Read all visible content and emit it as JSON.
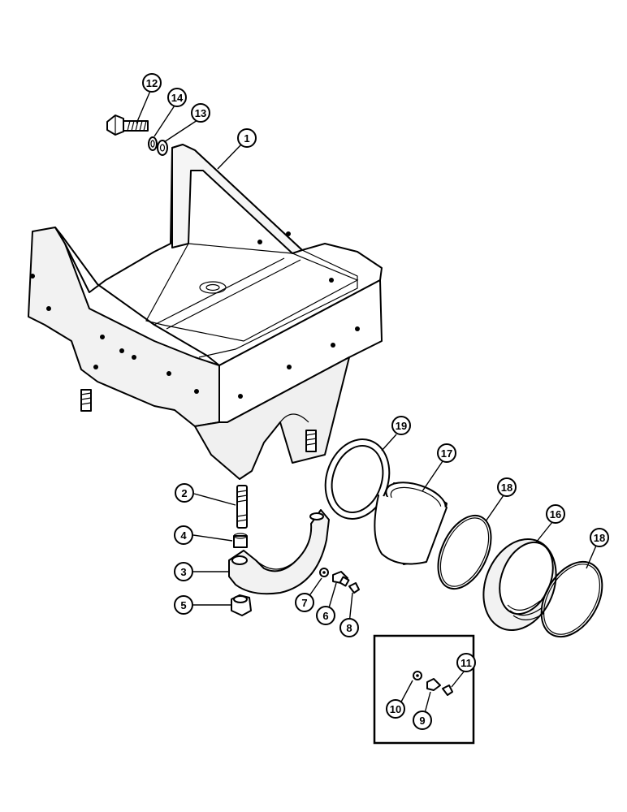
{
  "callouts": [
    {
      "id": "c1",
      "label": "1"
    },
    {
      "id": "c2",
      "label": "2"
    },
    {
      "id": "c3",
      "label": "3"
    },
    {
      "id": "c4",
      "label": "4"
    },
    {
      "id": "c5",
      "label": "5"
    },
    {
      "id": "c6",
      "label": "6"
    },
    {
      "id": "c7",
      "label": "7"
    },
    {
      "id": "c8",
      "label": "8"
    },
    {
      "id": "c9",
      "label": "9"
    },
    {
      "id": "c10",
      "label": "10"
    },
    {
      "id": "c11",
      "label": "11"
    },
    {
      "id": "c12",
      "label": "12"
    },
    {
      "id": "c13",
      "label": "13"
    },
    {
      "id": "c14",
      "label": "14"
    },
    {
      "id": "c16",
      "label": "16"
    },
    {
      "id": "c17",
      "label": "17"
    },
    {
      "id": "c18a",
      "label": "18"
    },
    {
      "id": "c18b",
      "label": "18"
    },
    {
      "id": "c19",
      "label": "19"
    }
  ]
}
